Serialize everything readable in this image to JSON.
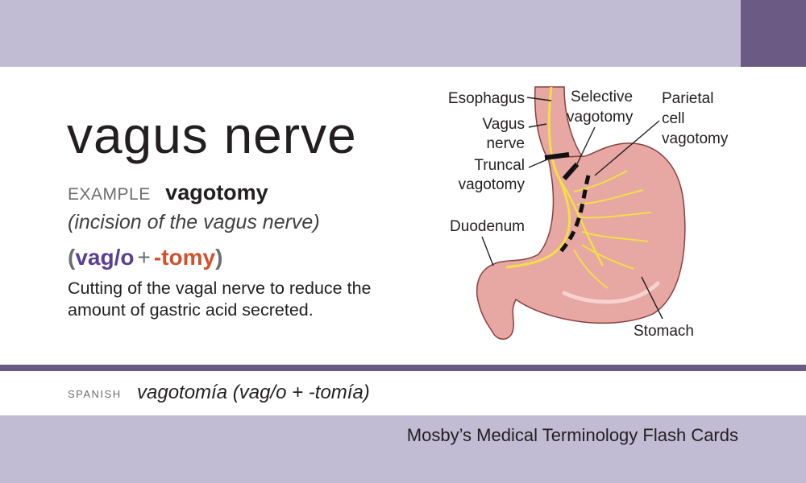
{
  "card": {
    "term": "vagus nerve",
    "example_label": "EXAMPLE",
    "example_word": "vagotomy",
    "definition": "(incision of the vagus nerve)",
    "word_parts": {
      "open": "(",
      "root": "vag/o",
      "plus": "+",
      "suffix": "-tomy",
      "close": ")"
    },
    "description": "Cutting of the vagal nerve to reduce the amount of gastric acid secreted.",
    "spanish_label": "SPANISH",
    "spanish_text": "vagotomía (vag/o + -tomía)",
    "footer": "Mosby’s Medical Terminology Flash Cards"
  },
  "illustration": {
    "labels": {
      "esophagus": "Esophagus",
      "vagus_line1": "Vagus",
      "vagus_line2": "nerve",
      "truncal_line1": "Truncal",
      "truncal_line2": "vagotomy",
      "duodenum": "Duodenum",
      "selective_line1": "Selective",
      "selective_line2": "vagotomy",
      "parietal_line1": "Parietal",
      "parietal_line2": "cell",
      "parietal_line3": "vagotomy",
      "stomach": "Stomach"
    }
  },
  "colors": {
    "band": "#c1bbd3",
    "accent": "#6b5a84",
    "root": "#5b3e96",
    "suffix": "#d1512d",
    "stomach": "#e7a7a2",
    "nerve": "#f2df45"
  }
}
